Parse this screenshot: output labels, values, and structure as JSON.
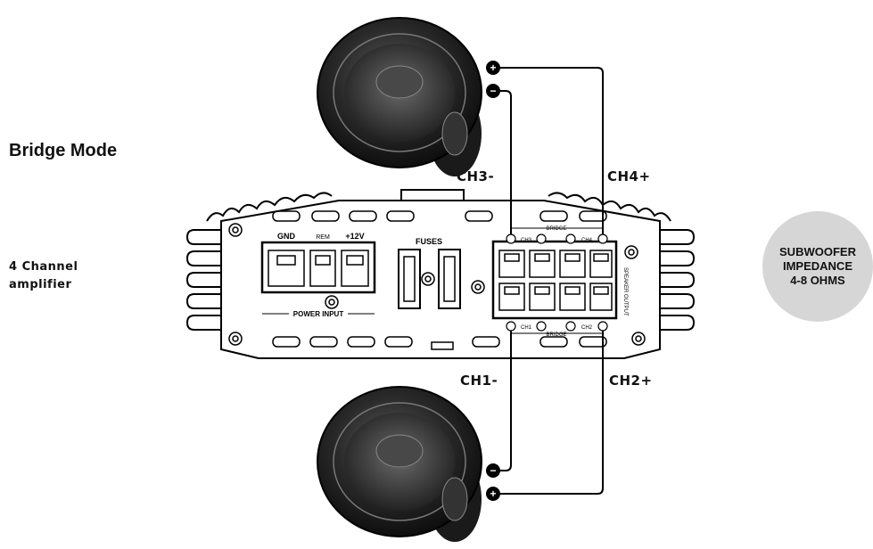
{
  "title": "Bridge Mode",
  "subtitle_line1": "4 Channel",
  "subtitle_line2": "amplifier",
  "channels": {
    "ch3_neg": "CH3-",
    "ch4_pos": "CH4+",
    "ch1_neg": "CH1-",
    "ch2_pos": "CH2+"
  },
  "impedance_badge": {
    "line1": "SUBWOOFER",
    "line2": "IMPEDANCE",
    "line3": "4-8 OHMS"
  },
  "amplifier": {
    "gnd": "GND",
    "rem": "REM",
    "v12": "+12V",
    "fuses": "FUSES",
    "power_input": "POWER  INPUT",
    "bridge_top": "BRIDGE",
    "bridge_bottom": "BRIDGE",
    "ch3": "CH3",
    "ch4": "CH4",
    "ch1": "CH1",
    "ch2": "CH2",
    "speaker_output": "SPEAKER   OUTPUT"
  },
  "terminal_plus": "+",
  "terminal_minus": "−"
}
